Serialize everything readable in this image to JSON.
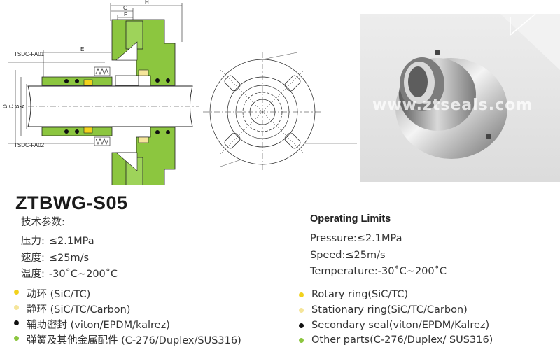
{
  "drawing": {
    "labels": {
      "h": "H",
      "g": "G",
      "f": "F",
      "e": "E",
      "top_series": "TSDC-FA01",
      "bottom_series": "TSDC-FA02",
      "d": "D",
      "c": "C",
      "b": "B",
      "a": "A"
    },
    "colors": {
      "seal_body": "#8cc63f",
      "outline": "#222222"
    }
  },
  "photo": {
    "watermark": "www.ztseals.com"
  },
  "product": {
    "model": "ZTBWG-S05"
  },
  "cn": {
    "heading": "技术参数:",
    "specs": [
      {
        "label": "压力:",
        "value": "≤2.1MPa"
      },
      {
        "label": "速度:",
        "value": "≤25m/s"
      },
      {
        "label": "温度:",
        "value": "-30˚C~200˚C"
      }
    ],
    "materials": [
      {
        "text": "动环 (SiC/TC)",
        "color": "#f2d21c"
      },
      {
        "text": "静环 (SiC/TC/Carbon)",
        "color": "#f5e59a"
      },
      {
        "text": "辅助密封 (viton/EPDM/kalrez)",
        "color": "#111111"
      },
      {
        "text": "弹簧及其他金属配件 (C-276/Duplex/SUS316)",
        "color": "#8cc63f"
      }
    ]
  },
  "en": {
    "heading": "Operating Limits",
    "specs": [
      "Pressure:≤2.1MPa",
      "Speed:≤25m/s",
      "Temperature:-30˚C~200˚C"
    ],
    "materials": [
      {
        "text": "Rotary ring(SiC/TC)",
        "color": "#f2d21c"
      },
      {
        "text": "Stationary ring(SiC/TC/Carbon)",
        "color": "#f5e59a"
      },
      {
        "text": "Secondary seal(viton/EPDM/Kalrez)",
        "color": "#111111"
      },
      {
        "text": "Other parts(C-276/Duplex/ SUS316)",
        "color": "#8cc63f"
      }
    ]
  }
}
